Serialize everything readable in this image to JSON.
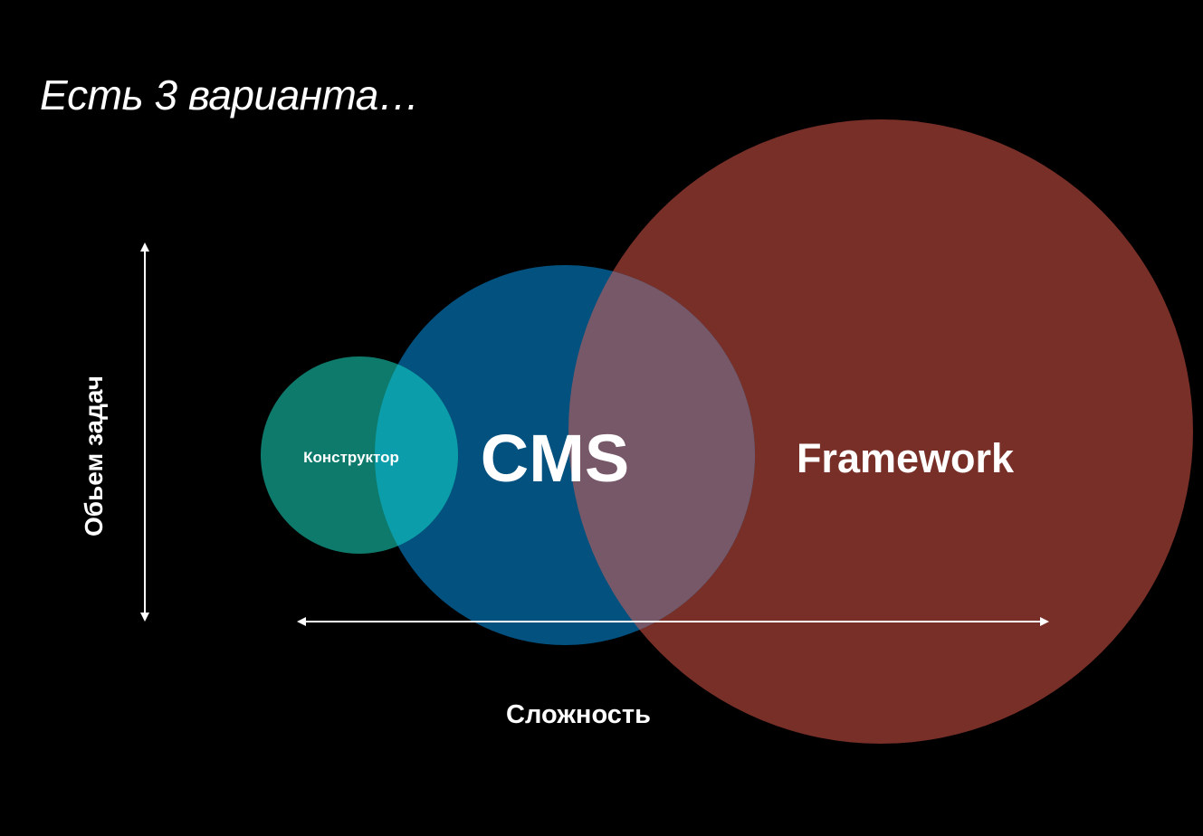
{
  "title": "Есть 3 варианта…",
  "axes": {
    "y_label": "Обьем задач",
    "x_label": "Сложность"
  },
  "circles": [
    {
      "label": "Конструктор",
      "color": "#0e7a6c"
    },
    {
      "label": "CMS",
      "color": "#02517f"
    },
    {
      "label": "Framework",
      "color": "#782f27"
    }
  ],
  "colors": {
    "background": "#000000",
    "arrow": "#ffffff",
    "overlap_constructor_cms": "#0b9eaa",
    "overlap_cms_framework": "#775868"
  }
}
